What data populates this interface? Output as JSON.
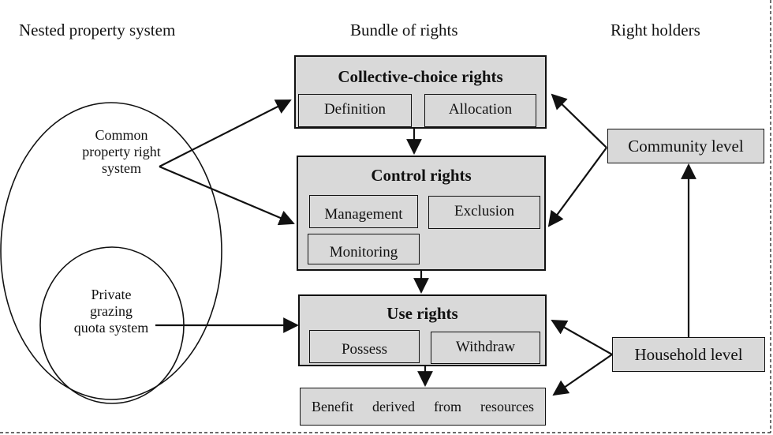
{
  "headers": {
    "nested": "Nested property system",
    "bundle": "Bundle of rights",
    "holders": "Right holders"
  },
  "nested_system": {
    "common": [
      "Common",
      "property right",
      "system"
    ],
    "private": [
      "Private",
      "grazing",
      "quota system"
    ]
  },
  "rights": {
    "collective": {
      "title": "Collective-choice rights",
      "items": [
        "Definition",
        "Allocation"
      ]
    },
    "control": {
      "title": "Control rights",
      "items": [
        "Management",
        "Exclusion",
        "Monitoring"
      ]
    },
    "use": {
      "title": "Use rights",
      "items": [
        "Possess",
        "Withdraw"
      ]
    },
    "benefit": [
      "Benefit",
      "derived",
      "from",
      "resources"
    ]
  },
  "right_holders": {
    "community": "Community level",
    "household": "Household level"
  }
}
